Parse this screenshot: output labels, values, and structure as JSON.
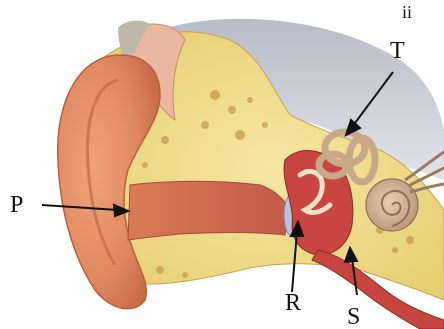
{
  "diagram": {
    "labels": {
      "P": "P",
      "R": "R",
      "S": "S",
      "T": "T"
    },
    "corner_text": "ii"
  }
}
